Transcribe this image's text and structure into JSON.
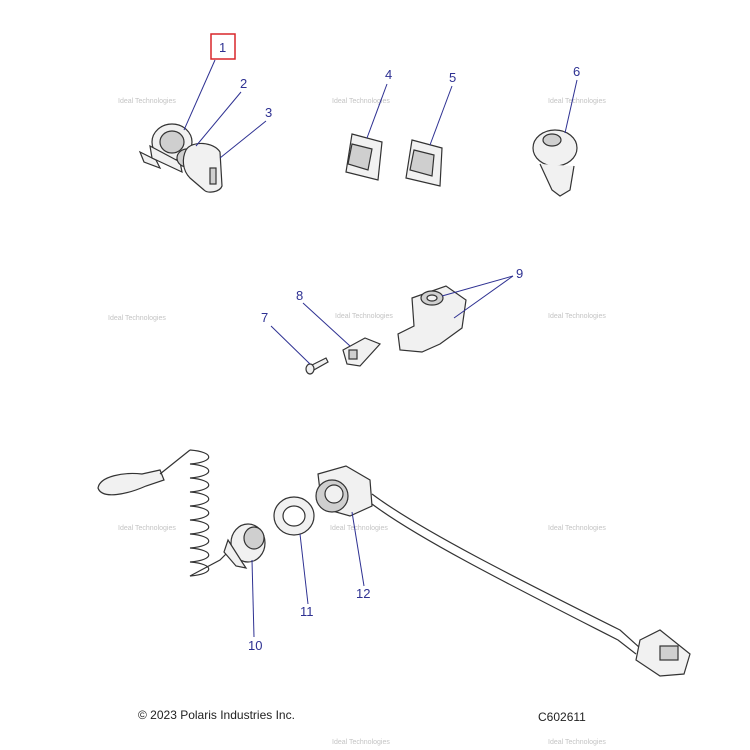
{
  "callouts": [
    {
      "number": "1",
      "highlighted": true
    },
    {
      "number": "2"
    },
    {
      "number": "3"
    },
    {
      "number": "4"
    },
    {
      "number": "5"
    },
    {
      "number": "6"
    },
    {
      "number": "7"
    },
    {
      "number": "8"
    },
    {
      "number": "9"
    },
    {
      "number": "10"
    },
    {
      "number": "11"
    },
    {
      "number": "12"
    }
  ],
  "watermark_text": "Ideal Technologies",
  "footer": {
    "copyright": "© 2023 Polaris Industries Inc.",
    "figure_code": "C602611"
  },
  "colors": {
    "callout": "#2e3192",
    "highlight_box": "#d9262a",
    "line_art": "#333333"
  }
}
